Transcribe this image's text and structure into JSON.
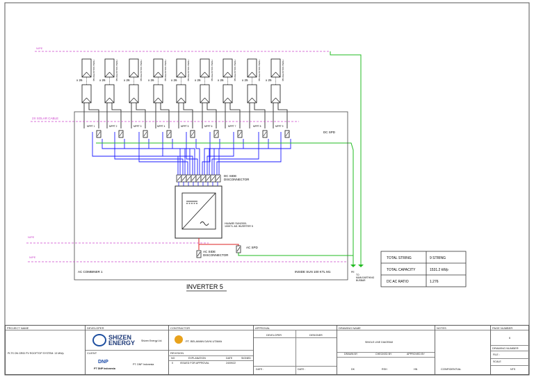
{
  "diagram": {
    "title": "INVERTER 5",
    "labels": {
      "n_pe_top": "N/PE",
      "solar_cable_top": "",
      "solar_cable": "2X SOLAR CABLE",
      "dc_spd": "DC SPD",
      "dc_side_disconnector": "DC SIDE DISCONNECTOR",
      "inverter_name": "HUAWEI SUN2000-100KTL-M1 INVERTER 5",
      "ac_side_disconnector": "AC SIDE DISCONNECTOR",
      "ac_spd": "AC SPD",
      "n_pe_1": "N/PE",
      "n_pe_2": "N/PE",
      "ac_combiner": "AC COMBINER 1",
      "inside": "INSIDE SUN 100 KTL M1",
      "pe": "PE",
      "to_main": "TO MAIN EARTHING BUSBAR"
    },
    "strings": [
      {
        "count": "x 26",
        "module": "TRINA SOLAR 550 Wp",
        "mppt": "MPPT 1"
      },
      {
        "count": "x 26",
        "module": "TRINA SOLAR 550 Wp",
        "mppt": "MPPT 2"
      },
      {
        "count": "x 26",
        "module": "TRINA SOLAR 550 Wp",
        "mppt": "MPPT 3"
      },
      {
        "count": "x 26",
        "module": "TRINA SOLAR 550 Wp",
        "mppt": "MPPT 4"
      },
      {
        "count": "x 26",
        "module": "TRINA SOLAR 550 Wp",
        "mppt": "MPPT 5"
      },
      {
        "count": "x 26",
        "module": "TRINA SOLAR 550 Wp",
        "mppt": "MPPT 6"
      },
      {
        "count": "x 26",
        "module": "TRINA SOLAR 550 Wp",
        "mppt": "MPPT 7"
      },
      {
        "count": "x 25",
        "module": "TRINA SOLAR 550 Wp",
        "mppt": "MPPT 8"
      },
      {
        "count": "x 25",
        "module": "TRINA SOLAR 550 Wp",
        "mppt": "MPPT 9"
      }
    ],
    "summary": [
      {
        "key": "TOTAL STRING",
        "value": "9 STRING"
      },
      {
        "key": "TOTAL CAPACITY",
        "value": "1531.2 kWp"
      },
      {
        "key": "DC AC RATIO",
        "value": "1.276"
      }
    ],
    "colors": {
      "pv": "#111111",
      "dc_pos": "#1a1aff",
      "earth": "#22bb22",
      "ac": "#dd2222",
      "np_line": "#cc44cc"
    }
  },
  "titleblock": {
    "project_name_label": "PROJECT NAME",
    "project_name": "PLTS ON GRID PV ROOFTOP SYSTEM: 13 MWp",
    "developer_label": "DEVELOPER",
    "developer_logo": "SHIZEN ENERGY",
    "developer_name": "Shizen Energy Ltd.",
    "client_label": "CLIENT",
    "client_logo": "DNP",
    "client_sub": "PT DNP Indonesia",
    "client_name": "PT. DNP Indonesia",
    "contractor_label": "CONTRACTOR",
    "contractor_name": "PT. BELAWAN DAYA UTAMA",
    "revision_label": "REVISION",
    "rev_headers": [
      "NO",
      "EXPLANATION",
      "DATE",
      "SIGNED"
    ],
    "rev_row": [
      "0",
      "ISSUED FOR APPROVAL",
      "24/09/22",
      ""
    ],
    "approval_label": "APPROVAL",
    "approval_developer": "DEVELOPER",
    "approval_designer": "DESIGNER",
    "date_1": "DATE :",
    "date_2": "DATE :",
    "drawing_name_label": "DRAWING NAME",
    "drawing_name": "SINGLE LINE DIAGRAM",
    "drawn_by": "DRAWN BY",
    "checked_by": "CHECKED BY",
    "approved_by": "APPROVED BY",
    "dk": "DK",
    "rsh": "RSH",
    "hn": "HN",
    "notes_label": "NOTES",
    "confidential": "CONFIDENTIAL",
    "page_number_label": "PAGE NUMBER",
    "page_number": "6",
    "drawing_number_label": "DRAWING NUMBER",
    "file_label": "FILE :",
    "scale_label": "SCALE",
    "scale_value": "NTS"
  }
}
